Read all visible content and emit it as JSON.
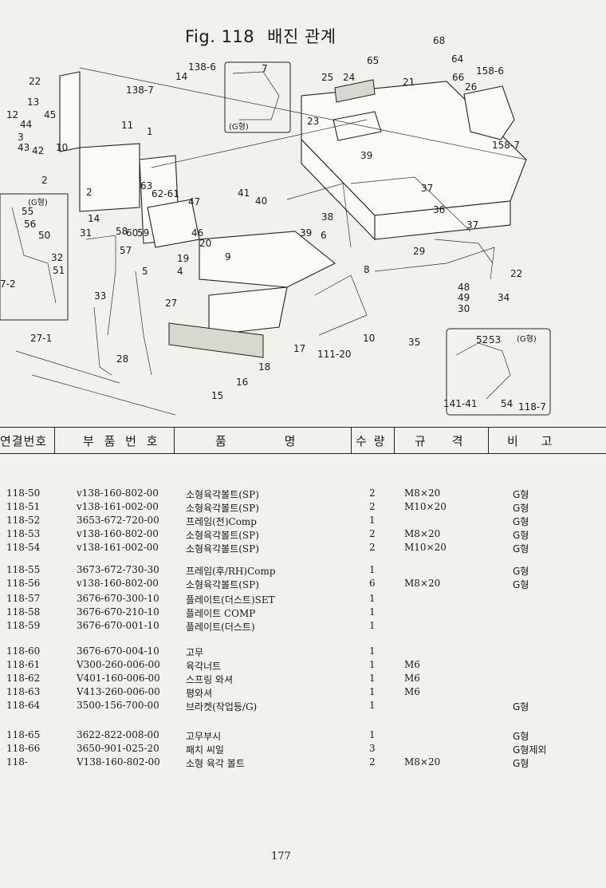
{
  "title": {
    "fig": "Fig. 118",
    "name": "배진 관계"
  },
  "diagram": {
    "callouts": [
      "138-6",
      "7",
      "14",
      "138-7",
      "22",
      "13",
      "12",
      "45",
      "44",
      "3",
      "43",
      "42",
      "10",
      "11",
      "1",
      "2",
      "25",
      "24",
      "21",
      "65",
      "68",
      "64",
      "66",
      "26",
      "158-6",
      "23",
      "158-7",
      "39",
      "41",
      "40",
      "37",
      "2",
      "14",
      "63",
      "62-61",
      "47",
      "58",
      "60",
      "59",
      "46",
      "20",
      "57",
      "19",
      "5",
      "4",
      "55",
      "56",
      "50",
      "32",
      "51",
      "7-2",
      "31",
      "33",
      "27",
      "27-1",
      "28",
      "15",
      "16",
      "18",
      "17",
      "111-20",
      "10",
      "9",
      "6",
      "38",
      "39",
      "36",
      "37",
      "29",
      "22",
      "8",
      "48",
      "49",
      "30",
      "34",
      "35",
      "52",
      "53",
      "141-41",
      "54",
      "118-7"
    ],
    "inset_label_1": "(G형)",
    "inset_label_2": "(G형)",
    "inset_label_3": "(G형)"
  },
  "table": {
    "headers": {
      "no": "연결번호",
      "part": "부 품 번 호",
      "name": "품 명",
      "qty": "수 량",
      "spec": "규 격",
      "note": "비 고"
    },
    "rows": [
      {
        "no": "118-50",
        "part": "v138-160-802-00",
        "name": "소형육각볼트(SP)",
        "qty": "2",
        "spec": "M8×20",
        "note": "G형"
      },
      {
        "no": "118-51",
        "part": "v138-161-002-00",
        "name": "소형육각볼트(SP)",
        "qty": "2",
        "spec": "M10×20",
        "note": "G형"
      },
      {
        "no": "118-52",
        "part": "3653-672-720-00",
        "name": "프레임(전)Comp",
        "qty": "1",
        "spec": "",
        "note": "G형"
      },
      {
        "no": "118-53",
        "part": "v138-160-802-00",
        "name": "소형육각볼트(SP)",
        "qty": "2",
        "spec": "M8×20",
        "note": "G형"
      },
      {
        "no": "118-54",
        "part": "v138-161-002-00",
        "name": "소형육각볼트(SP)",
        "qty": "2",
        "spec": "M10×20",
        "note": "G형"
      },
      {
        "no": "118-55",
        "part": "3673-672-730-30",
        "name": "프레임(후/RH)Comp",
        "qty": "1",
        "spec": "",
        "note": "G형"
      },
      {
        "no": "118-56",
        "part": "v138-160-802-00",
        "name": "소형육각볼트(SP)",
        "qty": "6",
        "spec": "M8×20",
        "note": "G형"
      },
      {
        "no": "118-57",
        "part": "3676-670-300-10",
        "name": "플레이트(더스트)SET",
        "qty": "1",
        "spec": "",
        "note": ""
      },
      {
        "no": "118-58",
        "part": "3676-670-210-10",
        "name": "플레이트 COMP",
        "qty": "1",
        "spec": "",
        "note": ""
      },
      {
        "no": "118-59",
        "part": "3676-670-001-10",
        "name": "플레이트(더스트)",
        "qty": "1",
        "spec": "",
        "note": ""
      },
      {
        "no": "118-60",
        "part": "3676-670-004-10",
        "name": "고무",
        "qty": "1",
        "spec": "",
        "note": ""
      },
      {
        "no": "118-61",
        "part": "V300-260-006-00",
        "name": "육각너트",
        "qty": "1",
        "spec": "M6",
        "note": ""
      },
      {
        "no": "118-62",
        "part": "V401-160-006-00",
        "name": "스프링 와셔",
        "qty": "1",
        "spec": "M6",
        "note": ""
      },
      {
        "no": "118-63",
        "part": "V413-260-006-00",
        "name": "평와셔",
        "qty": "1",
        "spec": "M6",
        "note": ""
      },
      {
        "no": "118-64",
        "part": "3500-156-700-00",
        "name": "브라켓(작업등/G)",
        "qty": "1",
        "spec": "",
        "note": "G형"
      },
      {
        "no": "118-65",
        "part": "3622-822-008-00",
        "name": "고무부시",
        "qty": "1",
        "spec": "",
        "note": "G형"
      },
      {
        "no": "118-66",
        "part": "3650-901-025-20",
        "name": "패치 씨일",
        "qty": "3",
        "spec": "",
        "note": "G형제외"
      },
      {
        "no": "118-",
        "part": "V138-160-802-00",
        "name": "소형 육각 볼트",
        "qty": "2",
        "spec": "M8×20",
        "note": "G형"
      }
    ]
  },
  "page_number": "177"
}
